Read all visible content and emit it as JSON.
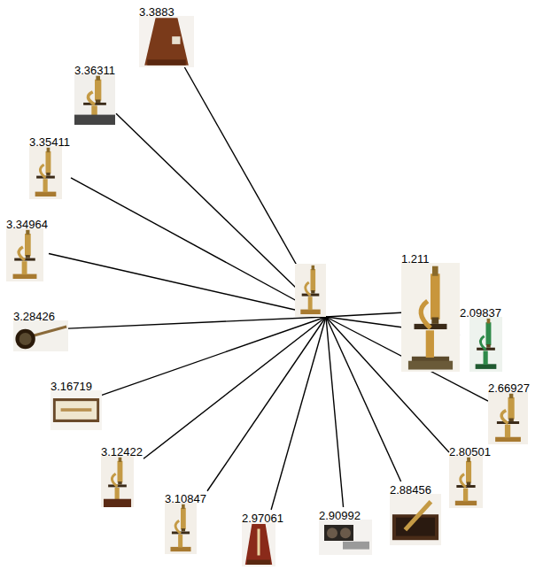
{
  "diagram": {
    "nodes": [
      {
        "text": []
      },
      {
        "text": [
          "3.3883"
        ]
      },
      {
        "text": [
          "3.36311"
        ]
      },
      {
        "text": [
          "3.35411"
        ]
      },
      {
        "text": [
          "3.34964"
        ]
      },
      {
        "text": [
          "3.28426"
        ]
      },
      {
        "text": [
          "3.16719"
        ]
      },
      {
        "text": [
          "3.12422"
        ]
      },
      {
        "text": [
          "3.10847"
        ]
      },
      {
        "text": [
          "2.97061"
        ]
      },
      {
        "text": [
          "2.90992"
        ]
      },
      {
        "text": [
          "2.88456"
        ]
      },
      {
        "text": [
          "2.80501"
        ]
      },
      {
        "text": [
          "2.66927"
        ]
      },
      {
        "text": [
          "2.09837"
        ]
      },
      {
        "text": [
          "1.211"
        ]
      }
    ],
    "edges": [
      {
        "from": 0,
        "to": 1,
        "arrow": "none"
      },
      {
        "from": 0,
        "to": 2,
        "arrow": "none"
      },
      {
        "from": 0,
        "to": 3,
        "arrow": "none"
      },
      {
        "from": 0,
        "to": 4,
        "arrow": "none"
      },
      {
        "from": 0,
        "to": 5,
        "arrow": "none"
      },
      {
        "from": 0,
        "to": 6,
        "arrow": "none"
      },
      {
        "from": 0,
        "to": 7,
        "arrow": "none"
      },
      {
        "from": 0,
        "to": 8,
        "arrow": "none"
      },
      {
        "from": 0,
        "to": 9,
        "arrow": "none"
      },
      {
        "from": 0,
        "to": 10,
        "arrow": "none"
      },
      {
        "from": 0,
        "to": 11,
        "arrow": "none"
      },
      {
        "from": 0,
        "to": 12,
        "arrow": "none"
      },
      {
        "from": 0,
        "to": 13,
        "arrow": "none"
      },
      {
        "from": 0,
        "to": 14,
        "arrow": "none"
      },
      {
        "from": 0,
        "to": 15,
        "arrow": "none"
      }
    ]
  }
}
